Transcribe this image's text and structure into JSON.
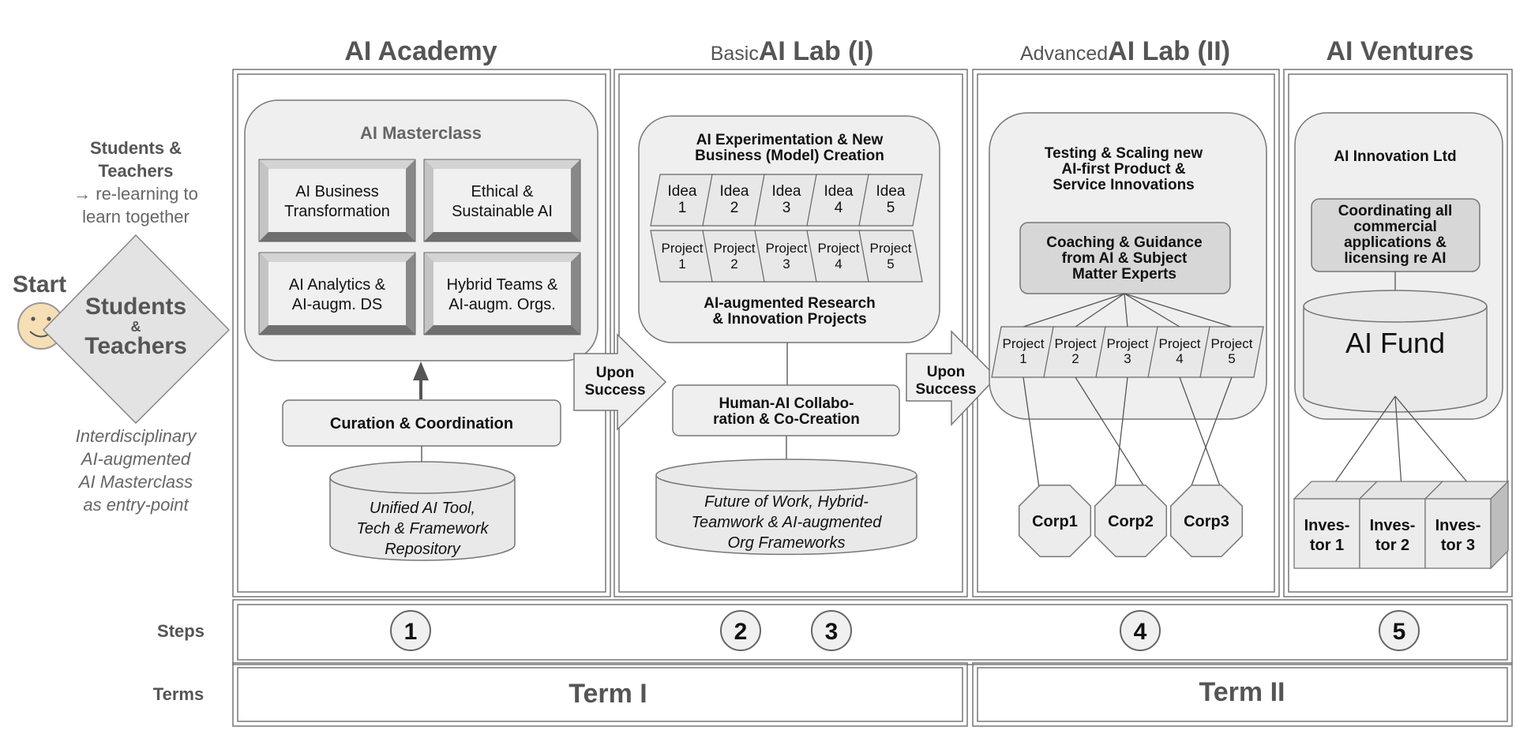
{
  "columns": {
    "academy": {
      "title": "AI Academy"
    },
    "lab1": {
      "prefix": "Basic",
      "title": "AI Lab (I)"
    },
    "lab2": {
      "prefix": "Advanced",
      "title": "AI Lab (II)"
    },
    "ventures": {
      "title": "AI Ventures"
    }
  },
  "left": {
    "students_heading": "Students &\nTeachers",
    "students_sub": "→ re-learning to\nlearn together",
    "start": "Start",
    "diamond_students": "Students",
    "diamond_amp": "&",
    "diamond_teachers": "Teachers",
    "entry_note": "Interdisciplinary\nAI-augmented\nAI Masterclass\nas entry-point"
  },
  "academy": {
    "masterclass_title": "AI Masterclass",
    "modules": [
      "AI Business\nTransformation",
      "Ethical &\nSustainable AI",
      "AI Analytics &\nAI-augm. DS",
      "Hybrid Teams &\nAI-augm. Orgs."
    ],
    "curation": "Curation & Coordination",
    "repository": "Unified AI Tool,\nTech & Framework\nRepository"
  },
  "transitions": {
    "arrow1": "Upon\nSuccess",
    "arrow2": "Upon\nSuccess"
  },
  "lab1": {
    "experimentation": "AI Experimentation & New\nBusiness (Model) Creation",
    "ideas": [
      "Idea\n1",
      "Idea\n2",
      "Idea\n3",
      "Idea\n4",
      "Idea\n5"
    ],
    "projects": [
      "Project\n1",
      "Project\n2",
      "Project\n3",
      "Project\n4",
      "Project\n5"
    ],
    "research": "AI-augmented Research\n& Innovation Projects",
    "collab": "Human-AI Collabo-\nration & Co-Creation",
    "frameworks": "Future of Work, Hybrid-\nTeamwork & AI-augmented\nOrg Frameworks"
  },
  "lab2": {
    "testing": "Testing & Scaling new\nAI-first Product &\nService Innovations",
    "coaching": "Coaching & Guidance\nfrom AI & Subject\nMatter Experts",
    "projects": [
      "Project\n1",
      "Project\n2",
      "Project\n3",
      "Project\n4",
      "Project\n5"
    ],
    "corps": [
      "Corp1",
      "Corp2",
      "Corp3"
    ]
  },
  "ventures": {
    "company": "AI Innovation Ltd",
    "coordinating": "Coordinating all\ncommercial\napplications &\nlicensing re AI",
    "fund": "AI Fund",
    "investors": [
      "Inves-\ntor 1",
      "Inves-\ntor 2",
      "Inves-\ntor 3"
    ]
  },
  "steps": {
    "label": "Steps",
    "numbers": [
      "1",
      "2",
      "3",
      "4",
      "5"
    ]
  },
  "terms": {
    "label": "Terms",
    "items": [
      "Term I",
      "Term II"
    ]
  }
}
